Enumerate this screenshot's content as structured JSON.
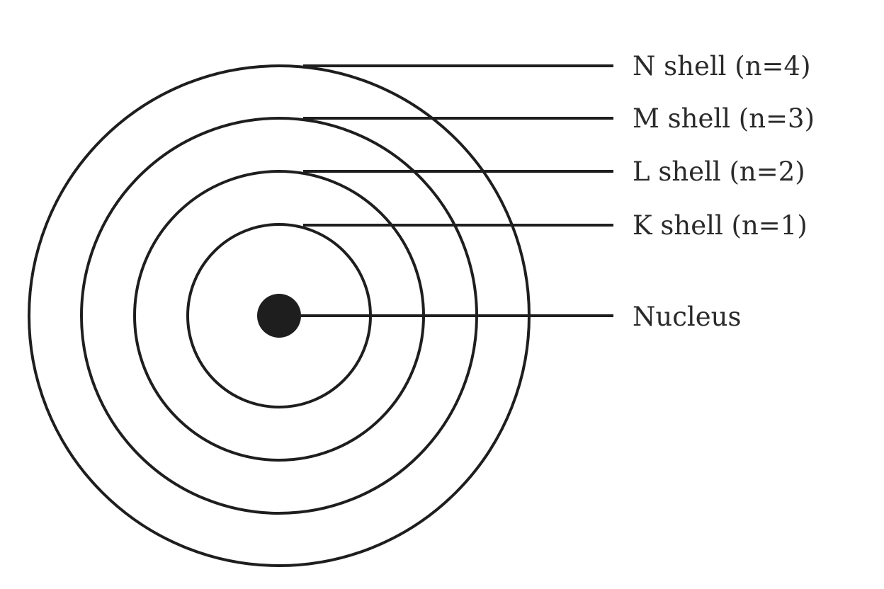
{
  "diagram": {
    "shells": [
      {
        "label": "K shell (n=1)",
        "n": 1
      },
      {
        "label": "L shell (n=2)",
        "n": 2
      },
      {
        "label": "M shell (n=3)",
        "n": 3
      },
      {
        "label": "N shell (n=4)",
        "n": 4
      }
    ],
    "nucleus": {
      "label": "Nucleus"
    },
    "colors": {
      "stroke": "#1e1e1e",
      "nucleus": "#1e1e1e",
      "text": "#2a2a2a"
    }
  }
}
